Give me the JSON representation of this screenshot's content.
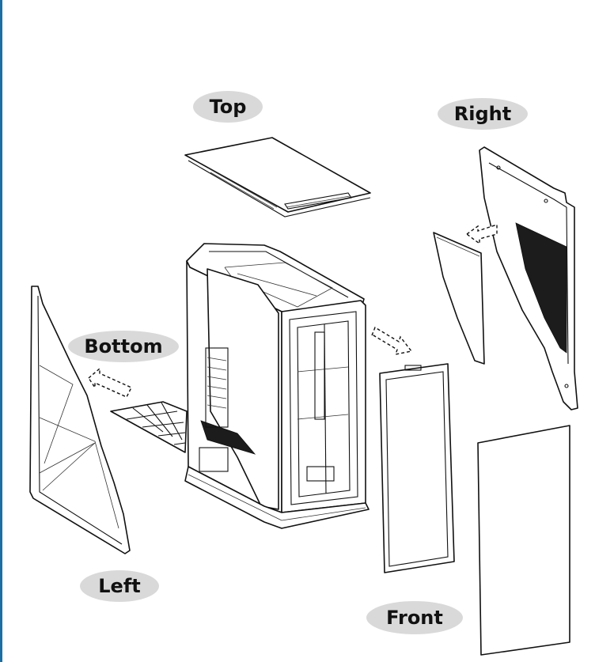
{
  "labels": {
    "top": "Top",
    "right": "Right",
    "bottom": "Bottom",
    "left": "Left",
    "front": "Front"
  },
  "colors": {
    "pill_fill": "#d9d9d9",
    "line": "#111111",
    "border_accent": "#1d6fa3"
  }
}
